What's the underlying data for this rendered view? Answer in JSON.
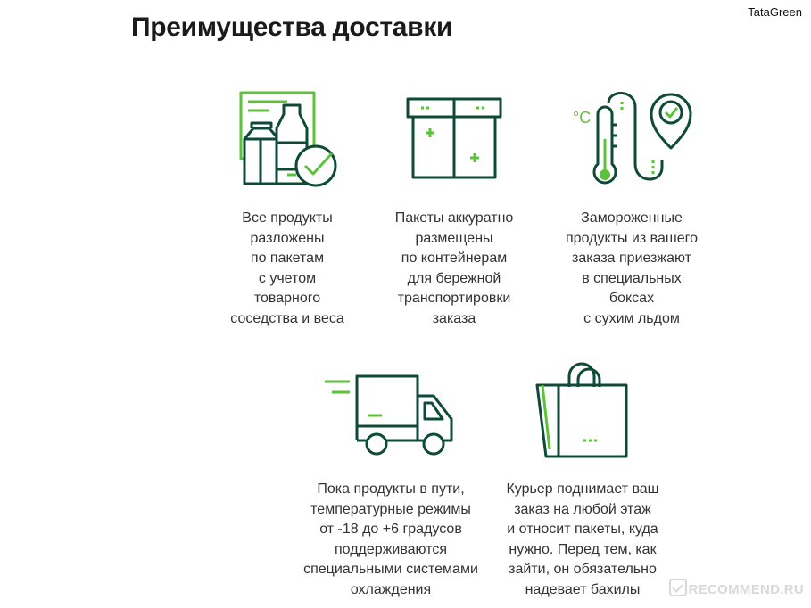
{
  "header": {
    "title": "Преимущества доставки",
    "author": "TataGreen"
  },
  "colors": {
    "dark_green": "#0d4a37",
    "accent_green": "#5cc23a"
  },
  "items": [
    {
      "icon": "groceries-icon",
      "lines": [
        "Все продукты",
        "разложены",
        "по пакетам",
        "с учетом",
        "товарного",
        "соседства и веса"
      ]
    },
    {
      "icon": "box-icon",
      "lines": [
        "Пакеты аккуратно",
        "размещены",
        "по контейнерам",
        "для бережной",
        "транспортировки",
        "заказа"
      ]
    },
    {
      "icon": "thermometer-location-icon",
      "lines": [
        "Замороженные",
        "продукты из вашего",
        "заказа приезжают",
        "в специальных",
        "боксах",
        "с сухим льдом"
      ]
    },
    {
      "icon": "delivery-truck-icon",
      "lines": [
        "Пока продукты в пути,",
        "температурные режимы",
        "от -18 до +6 градусов",
        "поддерживаются",
        "специальными системами",
        "охлаждения"
      ]
    },
    {
      "icon": "shopping-bag-icon",
      "lines": [
        "Курьер поднимает ваш",
        "заказ на любой этаж",
        "и относит пакеты, куда",
        "нужно. Перед тем, как",
        "зайти, он обязательно",
        "надевает бахилы"
      ]
    }
  ],
  "watermark": "RECOMMEND.RU"
}
